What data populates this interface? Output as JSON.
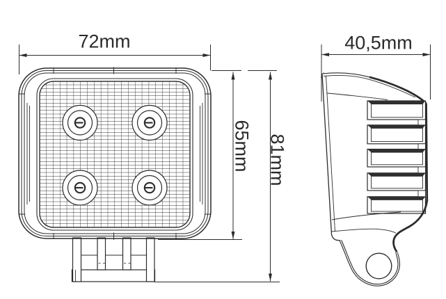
{
  "drawing": {
    "dimensions": {
      "width": "72mm",
      "lens_height": "65mm",
      "total_height": "81mm",
      "depth": "40,5mm"
    },
    "front_view": {
      "led_count": 4
    },
    "side_view": {
      "fin_count": 5
    },
    "colors": {
      "line": "#2b2b2b",
      "background": "#ffffff",
      "fin_shading": "#2f2f2f"
    }
  }
}
